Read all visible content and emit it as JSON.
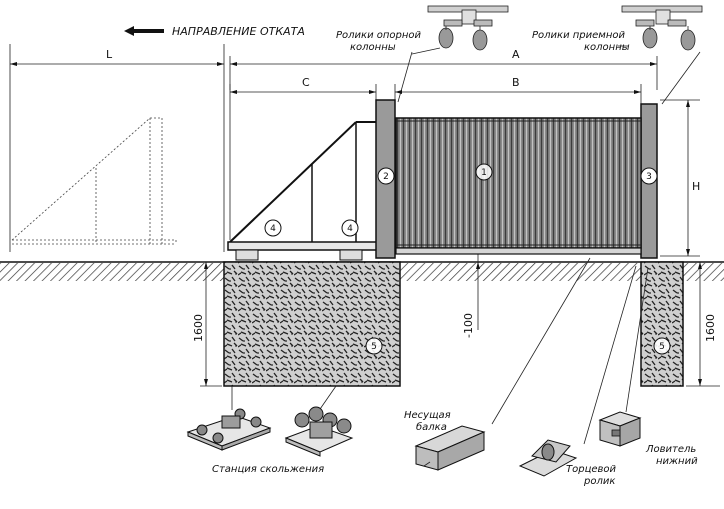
{
  "direction_label": "НАПРАВЛЕНИЕ ОТКАТА",
  "labels": {
    "support_rollers": [
      "Ролики опорной",
      "колонны"
    ],
    "receive_rollers": [
      "Ролики приемной",
      "колонны"
    ],
    "sliding_station": "Станция скольжения",
    "bearing_beam": [
      "Несущая",
      "балка"
    ],
    "end_roller": [
      "Торцевой",
      "ролик"
    ],
    "lower_catcher": [
      "Ловитель",
      "нижний"
    ]
  },
  "dimensions": {
    "L": "L",
    "A": "A",
    "B": "B",
    "C": "C",
    "H": "H",
    "depth_left": "1600",
    "depth_right": "1600",
    "depth_mid": "-100"
  },
  "markers": [
    "1",
    "2",
    "3",
    "4",
    "4",
    "5",
    "5"
  ]
}
